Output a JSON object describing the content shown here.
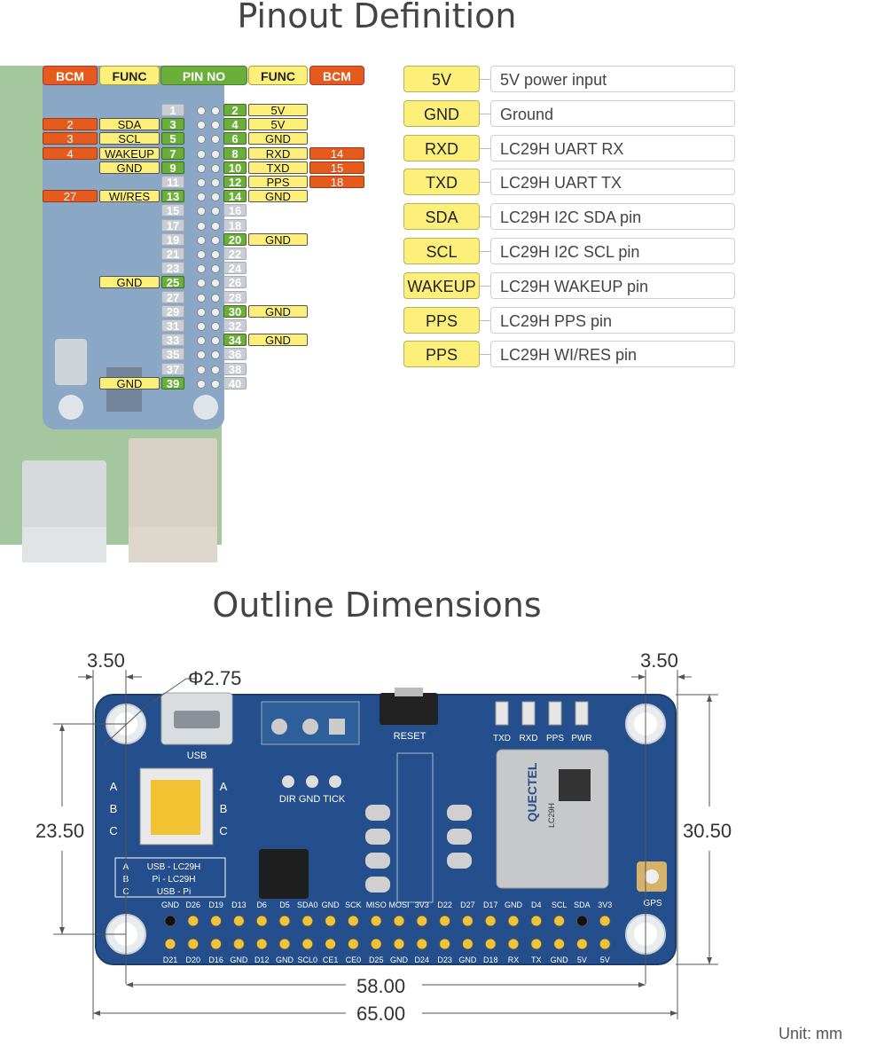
{
  "titles": {
    "pinout": "Pinout Definition",
    "outline": "Outline Dimensions"
  },
  "pinout_table": {
    "headers": [
      "BCM",
      "FUNC",
      "PIN NO",
      "FUNC",
      "BCM"
    ],
    "rows": [
      {
        "bcm_l": "",
        "func_l": "",
        "pin_l": "1",
        "pin_r": "2",
        "func_r": "5V",
        "bcm_r": ""
      },
      {
        "bcm_l": "2",
        "func_l": "SDA",
        "pin_l": "3",
        "pin_r": "4",
        "func_r": "5V",
        "bcm_r": ""
      },
      {
        "bcm_l": "3",
        "func_l": "SCL",
        "pin_l": "5",
        "pin_r": "6",
        "func_r": "GND",
        "bcm_r": ""
      },
      {
        "bcm_l": "4",
        "func_l": "WAKEUP",
        "pin_l": "7",
        "pin_r": "8",
        "func_r": "RXD",
        "bcm_r": "14"
      },
      {
        "bcm_l": "",
        "func_l": "GND",
        "pin_l": "9",
        "pin_r": "10",
        "func_r": "TXD",
        "bcm_r": "15"
      },
      {
        "bcm_l": "",
        "func_l": "",
        "pin_l": "11",
        "pin_r": "12",
        "func_r": "PPS",
        "bcm_r": "18"
      },
      {
        "bcm_l": "27",
        "func_l": "WI/RES",
        "pin_l": "13",
        "pin_r": "14",
        "func_r": "GND",
        "bcm_r": ""
      },
      {
        "bcm_l": "",
        "func_l": "",
        "pin_l": "15",
        "pin_r": "16",
        "func_r": "",
        "bcm_r": ""
      },
      {
        "bcm_l": "",
        "func_l": "",
        "pin_l": "17",
        "pin_r": "18",
        "func_r": "",
        "bcm_r": ""
      },
      {
        "bcm_l": "",
        "func_l": "",
        "pin_l": "19",
        "pin_r": "20",
        "func_r": "GND",
        "bcm_r": ""
      },
      {
        "bcm_l": "",
        "func_l": "",
        "pin_l": "21",
        "pin_r": "22",
        "func_r": "",
        "bcm_r": ""
      },
      {
        "bcm_l": "",
        "func_l": "",
        "pin_l": "23",
        "pin_r": "24",
        "func_r": "",
        "bcm_r": ""
      },
      {
        "bcm_l": "",
        "func_l": "GND",
        "pin_l": "25",
        "pin_r": "26",
        "func_r": "",
        "bcm_r": ""
      },
      {
        "bcm_l": "",
        "func_l": "",
        "pin_l": "27",
        "pin_r": "28",
        "func_r": "",
        "bcm_r": ""
      },
      {
        "bcm_l": "",
        "func_l": "",
        "pin_l": "29",
        "pin_r": "30",
        "func_r": "GND",
        "bcm_r": ""
      },
      {
        "bcm_l": "",
        "func_l": "",
        "pin_l": "31",
        "pin_r": "32",
        "func_r": "",
        "bcm_r": ""
      },
      {
        "bcm_l": "",
        "func_l": "",
        "pin_l": "33",
        "pin_r": "34",
        "func_r": "GND",
        "bcm_r": ""
      },
      {
        "bcm_l": "",
        "func_l": "",
        "pin_l": "35",
        "pin_r": "36",
        "func_r": "",
        "bcm_r": ""
      },
      {
        "bcm_l": "",
        "func_l": "",
        "pin_l": "37",
        "pin_r": "38",
        "func_r": "",
        "bcm_r": ""
      },
      {
        "bcm_l": "",
        "func_l": "GND",
        "pin_l": "39",
        "pin_r": "40",
        "func_r": "",
        "bcm_r": ""
      }
    ],
    "used_pins": [
      "2",
      "3",
      "4",
      "5",
      "6",
      "7",
      "8",
      "9",
      "10",
      "12",
      "13",
      "14",
      "20",
      "25",
      "30",
      "34",
      "39"
    ]
  },
  "legend": [
    {
      "key": "5V",
      "desc": "5V power input"
    },
    {
      "key": "GND",
      "desc": "Ground"
    },
    {
      "key": "RXD",
      "desc": "LC29H UART RX"
    },
    {
      "key": "TXD",
      "desc": "LC29H UART TX"
    },
    {
      "key": "SDA",
      "desc": "LC29H I2C SDA pin"
    },
    {
      "key": "SCL",
      "desc": "LC29H I2C SCL pin"
    },
    {
      "key": "WAKEUP",
      "desc": "LC29H WAKEUP pin"
    },
    {
      "key": "PPS",
      "desc": "LC29H PPS pin"
    },
    {
      "key": "PPS",
      "desc": "LC29H WI/RES pin"
    }
  ],
  "dimensions": {
    "hole_offset_left": "3.50",
    "hole_diameter": "Φ2.75",
    "hole_offset_right": "3.50",
    "hole_spacing_vertical": "23.50",
    "board_height": "30.50",
    "hole_spacing_horizontal": "58.00",
    "board_width": "65.00",
    "unit": "Unit: mm"
  },
  "board": {
    "usb_label": "USB",
    "reset_label": "RESET",
    "leds": [
      "TXD",
      "RXD",
      "PPS",
      "PWR"
    ],
    "switch_header": "DIR GND TICK",
    "switch_letters": [
      "A",
      "B",
      "C"
    ],
    "switch_table": [
      {
        "k": "A",
        "v": "USB - LC29H"
      },
      {
        "k": "B",
        "v": "Pi - LC29H"
      },
      {
        "k": "C",
        "v": "USB - Pi"
      }
    ],
    "module_brand": "QUECTEL",
    "module_name": "LC29H",
    "gps_label": "GPS",
    "top_pin_labels": [
      "GND",
      "D26",
      "D19",
      "D13",
      "D6",
      "D5",
      "SDA0",
      "GND",
      "SCK",
      "MISO",
      "MOSI",
      "3V3",
      "D22",
      "D27",
      "D17",
      "GND",
      "D4",
      "SCL",
      "SDA",
      "3V3"
    ],
    "bottom_pin_labels": [
      "D21",
      "D20",
      "D16",
      "GND",
      "D12",
      "GND",
      "SCL0",
      "CE1",
      "CE0",
      "D25",
      "GND",
      "D24",
      "D23",
      "GND",
      "D18",
      "RX",
      "TX",
      "GND",
      "5V",
      "5V"
    ]
  }
}
